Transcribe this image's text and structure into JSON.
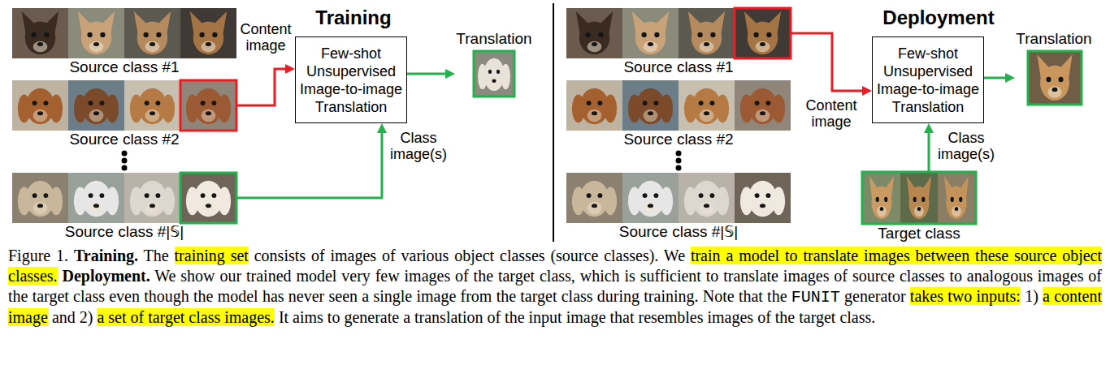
{
  "diagram": {
    "caption": "Figure 1. Training. The training set consists of images of various object classes (source classes). We train a model to translate images between these source object classes. Deployment. We show our trained model very few images of the target class, which is sufficient to translate images of source classes to analogous images of the target class even though the model has never seen a single image from the target class during training. Note that the FUNIT generator takes two inputs: 1) a content image and 2) a set of target class images. It aims to generate a translation of the input image that resembles images of the target class.",
    "nodes": [
      {
        "text": [
          "Source class #1"
        ]
      },
      {
        "text": [
          "Source class #2"
        ]
      },
      {
        "text": [
          "Source class #|𝕊|"
        ]
      },
      {
        "text": [
          "Few-shot Unsupervised Image-to-image Translation"
        ]
      },
      {
        "text": [
          "Translation"
        ]
      },
      {
        "text": [
          "Source class #1"
        ]
      },
      {
        "text": [
          "Source class #2"
        ]
      },
      {
        "text": [
          "Source class #|𝕊|"
        ]
      },
      {
        "text": [
          "Few-shot Unsupervised Image-to-image Translation"
        ]
      },
      {
        "text": [
          "Translation"
        ]
      },
      {
        "text": [
          "Target class"
        ]
      }
    ],
    "edges": [
      {
        "from": 1,
        "to": 3,
        "label": "Content image",
        "arrow": "to"
      },
      {
        "from": 2,
        "to": 3,
        "label": "Class image(s)",
        "arrow": "to"
      },
      {
        "from": 3,
        "to": 4,
        "arrow": "to"
      },
      {
        "from": 5,
        "to": 8,
        "label": "Content image",
        "arrow": "to"
      },
      {
        "from": 10,
        "to": 8,
        "label": "Class image(s)",
        "arrow": "to"
      },
      {
        "from": 8,
        "to": 9,
        "arrow": "to"
      }
    ],
    "labels": [
      "Training",
      "Deployment"
    ]
  }
}
